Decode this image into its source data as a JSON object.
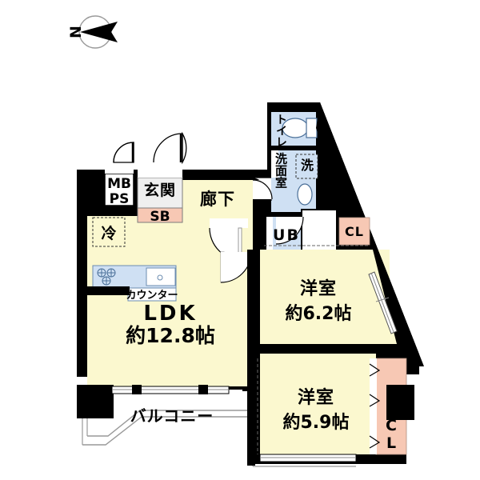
{
  "plan": {
    "type": "japanese-apartment-floor-plan",
    "compass": {
      "label": "N",
      "icon": "compass-north-arrow"
    },
    "colors": {
      "room_fill": "#fbf8cf",
      "wet_fill": "#cfe0f3",
      "closet_fill": "#f7c8b4",
      "wall": "#000000",
      "white": "#ffffff",
      "line": "#808080"
    },
    "rooms": [
      {
        "id": "ldk",
        "name": "LDK",
        "area": "約12.8帖",
        "kind": "living-dining-kitchen"
      },
      {
        "id": "washitsu62",
        "name": "洋室",
        "area": "約6.2帖",
        "kind": "western-room"
      },
      {
        "id": "washitsu59",
        "name": "洋室",
        "area": "約5.9帖",
        "kind": "western-room"
      },
      {
        "id": "balcony",
        "name": "バルコニー",
        "area": "",
        "kind": "balcony"
      },
      {
        "id": "corridor",
        "name": "廊下",
        "area": "",
        "kind": "corridor"
      },
      {
        "id": "genkan",
        "name": "玄関",
        "area": "",
        "kind": "entrance"
      }
    ],
    "fixtures": [
      {
        "id": "mbps",
        "label": "MB\nPS",
        "line1": "MB",
        "line2": "PS",
        "kind": "meter-box-pipe-space"
      },
      {
        "id": "sb",
        "label": "SB",
        "kind": "shoe-box"
      },
      {
        "id": "fridge",
        "label": "冷",
        "kind": "refrigerator-space"
      },
      {
        "id": "counter",
        "label": "カウンター",
        "kind": "kitchen-counter"
      },
      {
        "id": "toilet",
        "label": "トイレ",
        "kind": "toilet"
      },
      {
        "id": "washroom",
        "label": "洗面室",
        "kind": "washroom"
      },
      {
        "id": "washer",
        "label": "洗",
        "kind": "washing-machine-space"
      },
      {
        "id": "ub",
        "label": "UB",
        "kind": "unit-bath"
      },
      {
        "id": "cl_upper",
        "label": "CL",
        "kind": "closet"
      },
      {
        "id": "cl_lower",
        "label": "CL",
        "line1": "C",
        "line2": "L",
        "kind": "closet"
      }
    ],
    "labels": {
      "ldk_name": "LDK",
      "ldk_area": "約12.8帖",
      "room62_name": "洋室",
      "room62_area": "約6.2帖",
      "room59_name": "洋室",
      "room59_area": "約5.9帖",
      "balcony": "バルコニー",
      "corridor": "廊下",
      "genkan": "玄関",
      "mb": "MB",
      "ps": "PS",
      "sb": "SB",
      "fridge": "冷",
      "counter": "カウンター",
      "toilet": "トイレ",
      "washroom": "洗面室",
      "washer": "洗",
      "ub": "UB",
      "cl_upper": "CL",
      "cl_lower_c": "C",
      "cl_lower_l": "L",
      "compass_n": "N"
    }
  }
}
